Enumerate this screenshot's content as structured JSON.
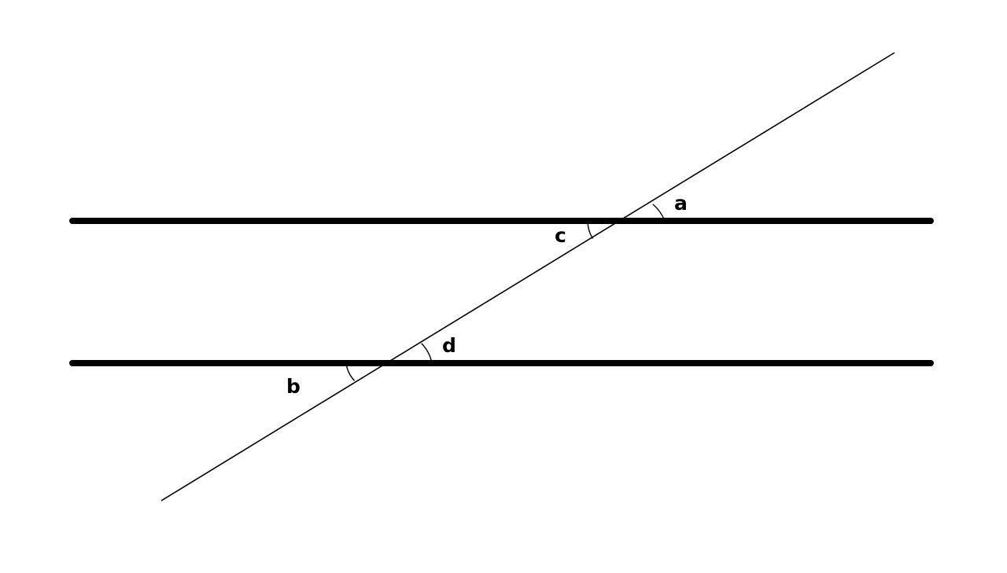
{
  "diagram": {
    "labels": {
      "a": "a",
      "b": "b",
      "c": "c",
      "d": "d"
    }
  }
}
